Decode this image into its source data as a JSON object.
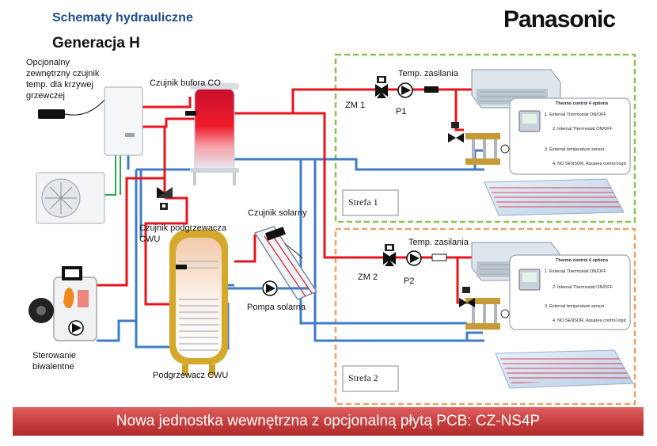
{
  "header": {
    "title": "Schematy hydrauliczne",
    "subtitle": "Generacja H",
    "brand": "Panasonic"
  },
  "labels": {
    "ext_sensor": [
      "Opcjonalny",
      "zewnętrzny czujnik",
      "temp. dla krzywej",
      "grzewczej"
    ],
    "buffer_sensor": "Czujnik bufora CO",
    "solar_sensor": "Czujnik solarny",
    "dhw_sensor": [
      "Czujnik podgrzewacza",
      "CWU"
    ],
    "solar_pump": "Pompa solarna",
    "bivalent": [
      "Sterowanie",
      "biwalentne"
    ],
    "dhw_tank": "Podgrzewacz CWU"
  },
  "zone1": {
    "mixer": "ZM 1",
    "pump": "P1",
    "flow_temp": "Temp. zasilania",
    "zone_label": "Strefa 1"
  },
  "zone2": {
    "mixer": "ZM 2",
    "pump": "P2",
    "flow_temp": "Temp. zasilania",
    "zone_label": "Strefa 2"
  },
  "thermo_options": {
    "title": "Thermo control 4 options",
    "items": [
      "1. External Thermostat ON/OFF",
      "2. Internal Thermostat ON/OFF",
      "3. External temperature sensor",
      "4. NO SENSOR, Aquarea control logic"
    ]
  },
  "footer": "Nowa jednostka wewnętrzna  z opcjonalną płytą PCB: CZ-NS4P",
  "colors": {
    "hot": "#e8141c",
    "cold": "#3f7cc4",
    "zone1_border": "#8cc152",
    "zone2_border": "#f0a060",
    "title": "#1f4e8c",
    "footer": "#c43a3a"
  }
}
